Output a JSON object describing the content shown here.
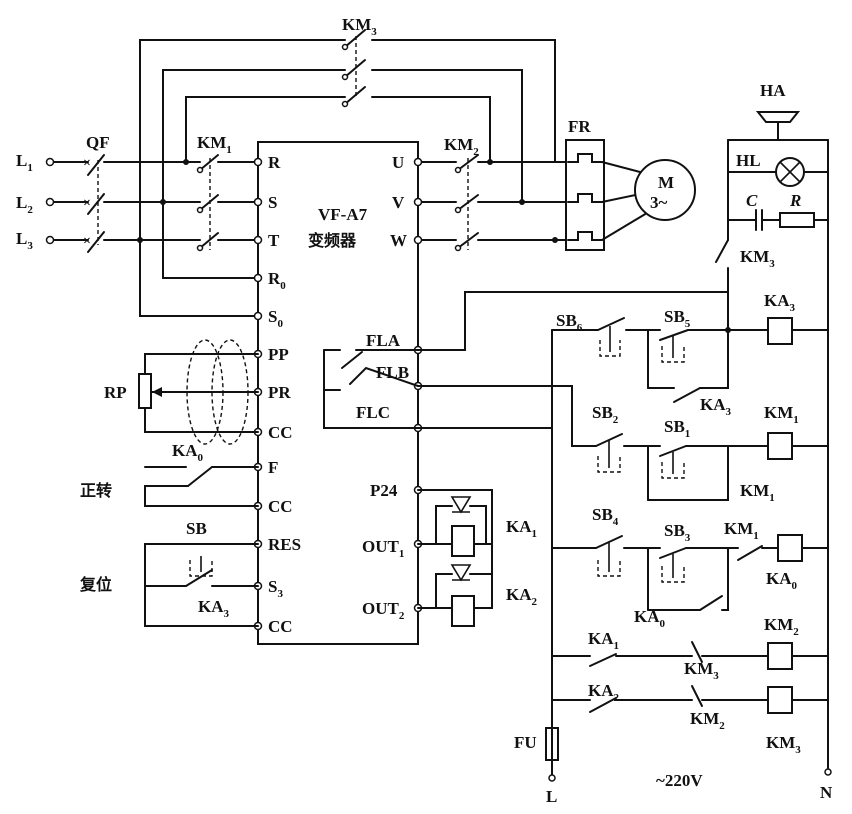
{
  "inverter": {
    "model": "VF-A7",
    "name": "变频器"
  },
  "supply_left": [
    "L",
    "L",
    "L"
  ],
  "supply_left_sub": [
    "1",
    "2",
    "3"
  ],
  "breaker": "QF",
  "contactors": {
    "km": "KM",
    "s1": "1",
    "s2": "2",
    "s3": "3"
  },
  "inverter_left_terminals": [
    "R",
    "S",
    "T",
    "R",
    "S",
    "PP",
    "PR",
    "CC",
    "F",
    "CC",
    "RES",
    "S",
    "CC"
  ],
  "inverter_left_sub": {
    "r0": "0",
    "s0": "0",
    "s3": "3"
  },
  "inverter_right_terminals": [
    "U",
    "V",
    "W",
    "FLA",
    "FLB",
    "FLC",
    "P24",
    "OUT",
    "OUT"
  ],
  "inverter_right_sub": {
    "out1": "1",
    "out2": "2"
  },
  "overload_relay": "FR",
  "motor": {
    "label": "M",
    "phase": "3~"
  },
  "potentiometer": "RP",
  "left_controls": {
    "forward": "正转",
    "reset": "复位",
    "sb": "SB",
    "ka": "KA",
    "ka0_sub": "0",
    "ka3_sub": "3"
  },
  "alarm": {
    "buzzer": "HA",
    "lamp": "HL",
    "capacitor": "C",
    "resistor": "R"
  },
  "control_labels": {
    "ka": "KA",
    "km": "KM",
    "sb": "SB",
    "subs": [
      "0",
      "1",
      "2",
      "3",
      "4",
      "5",
      "6"
    ]
  },
  "fuse": "FU",
  "line_l": "L",
  "line_n": "N",
  "voltage": "~220V",
  "relay_ka": "KA",
  "relay_ka_subs": [
    "1",
    "2"
  ]
}
